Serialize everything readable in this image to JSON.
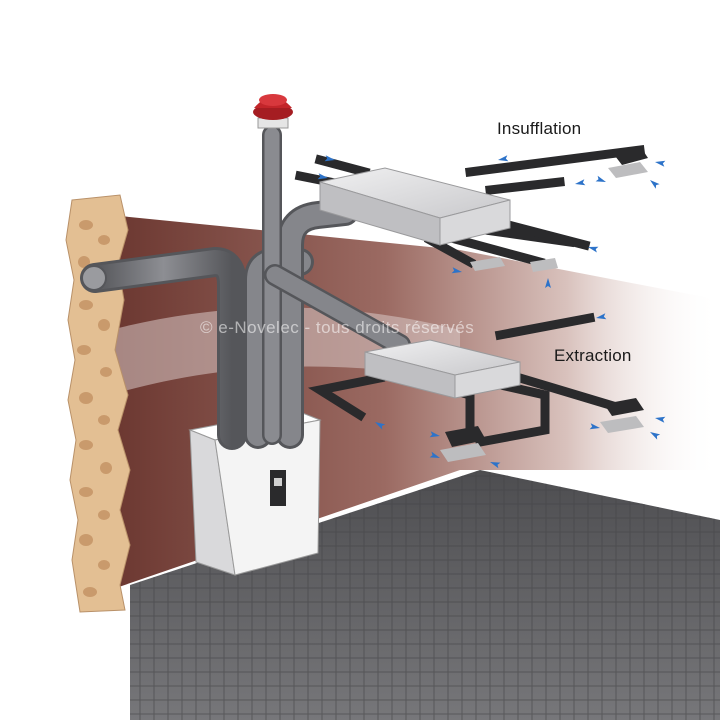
{
  "labels": {
    "insufflation": "Insufflation",
    "extraction": "Extraction"
  },
  "watermark": "© e-Novelec - tous droits réservés",
  "colors": {
    "wall": "#6e3a34",
    "floor": "#5f5f62",
    "duct": "#2a2a2c",
    "flex_duct": "#6f7075",
    "plenum": "#d6d6d8",
    "unit": "#f2f2f2",
    "cap": "#c2252a",
    "arrow": "#2d73c9",
    "masonry": "#e3bf93"
  },
  "icons": {
    "roof_cap": "red-roof-cap-icon",
    "air_flow": "blue-arrow-icon",
    "vent": "vent-grille-icon"
  }
}
